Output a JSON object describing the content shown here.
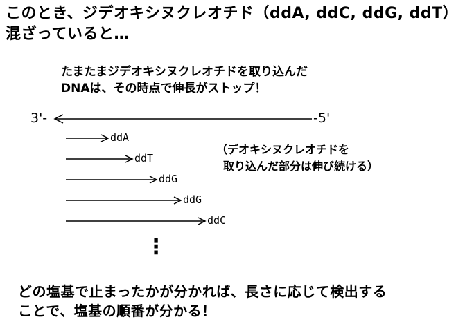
{
  "heading": {
    "line1": "このとき、ジデオキシヌクレオチド（ddA, ddC, ddG, ddT）が",
    "line2": "混ざっていると…"
  },
  "subheading": {
    "line1": "たまたまジデオキシヌクレオチドを取り込んだ",
    "line2": "DNAは、その時点で伸長がストップ！"
  },
  "template_strand": {
    "left_label": "3'-",
    "right_label": "-5'"
  },
  "fragments": [
    {
      "label": "ddA"
    },
    {
      "label": "ddT"
    },
    {
      "label": "ddG"
    },
    {
      "label": "ddG"
    },
    {
      "label": "ddC"
    }
  ],
  "continuation": "⋮",
  "note": {
    "line1": "（デオキシヌクレオチドを",
    "line2": "取り込んだ部分は伸び続ける）"
  },
  "conclusion": {
    "line1": "どの塩基で止まったかが分かれば、長さに応じて検出する",
    "line2": "ことで、塩基の順番が分かる！"
  }
}
